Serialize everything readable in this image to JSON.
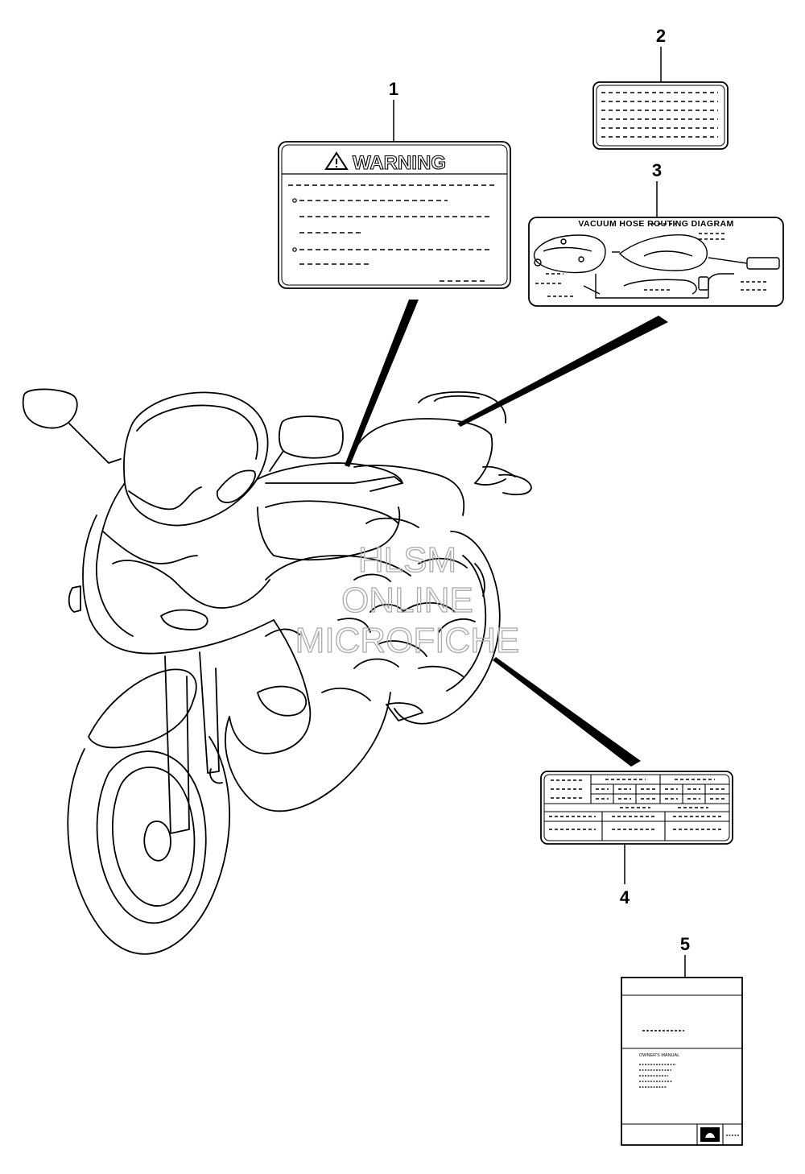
{
  "callouts": {
    "c1": "1",
    "c2": "2",
    "c3": "3",
    "c4": "4",
    "c5": "5"
  },
  "labels": {
    "warning_title": "WARNING",
    "vacuum_title": "VACUUM HOSE ROUTING DIAGRAM",
    "manual_subtitle": "OWNER'S MANUAL"
  },
  "watermark": {
    "line1": "HLSM",
    "line2": "ONLINE",
    "line3": "MICROFICHE"
  }
}
